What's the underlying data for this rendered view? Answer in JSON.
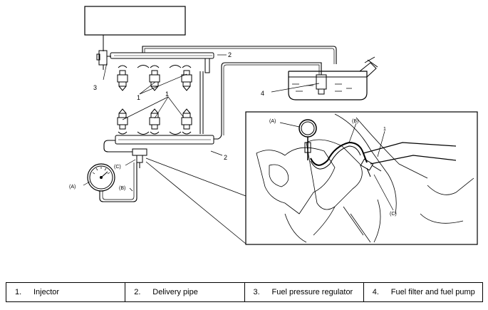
{
  "diagram": {
    "callouts": {
      "injector_top": "1",
      "injector_bottom": "1",
      "delivery_pipe_top": "2",
      "delivery_pipe_bottom": "2",
      "regulator": "3",
      "pump": "4",
      "gauge": "(A)",
      "hose": "(B)",
      "tee": "(C)",
      "inset_gauge": "(A)",
      "inset_hose": "(B)",
      "inset_tee": "(C)",
      "inset_injector": "1"
    }
  },
  "legend": {
    "items": [
      {
        "num": "1.",
        "label": "Injector"
      },
      {
        "num": "2.",
        "label": "Delivery pipe"
      },
      {
        "num": "3.",
        "label": "Fuel pressure regulator"
      },
      {
        "num": "4.",
        "label": "Fuel filter and fuel pump"
      }
    ]
  }
}
